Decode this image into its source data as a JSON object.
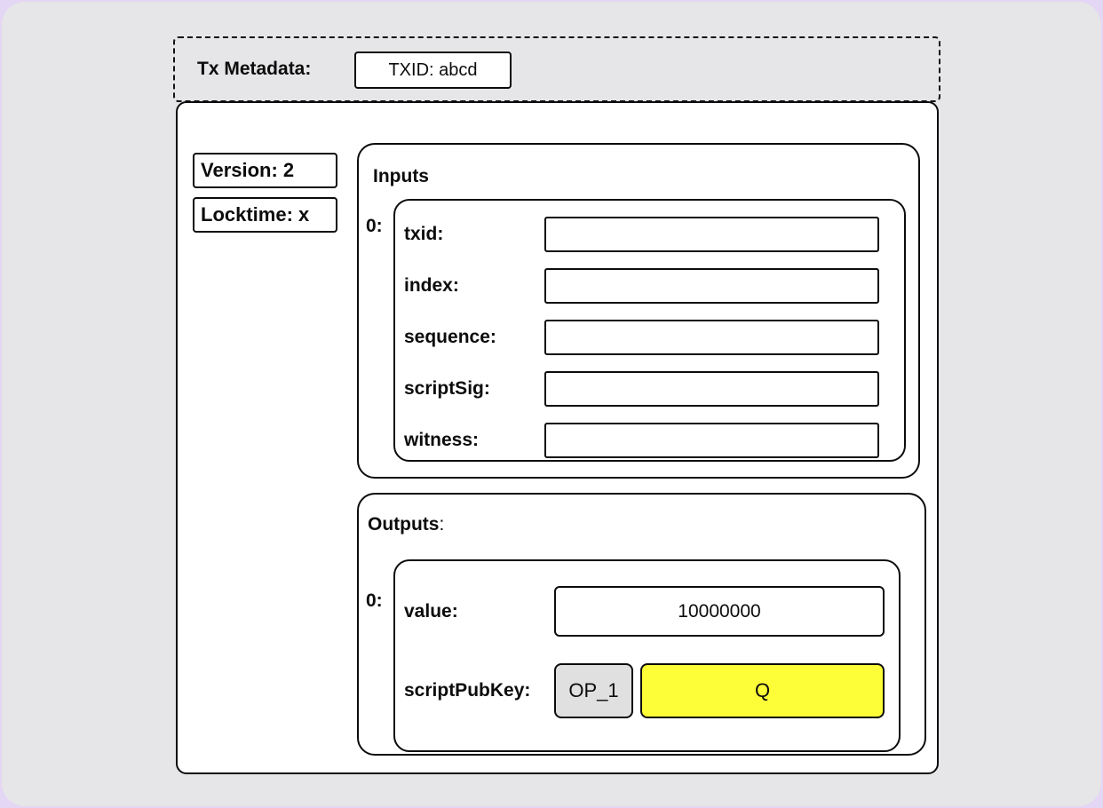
{
  "colors": {
    "page_edge": "#e4d6f5",
    "canvas_background": "#e6e5e7",
    "box_fill": "#ffffff",
    "border": "#0c0c0c",
    "opcode_box_fill": "#e0e0e0",
    "script_data_box_fill": "#fdfd38"
  },
  "tx_metadata": {
    "label": "Tx Metadata:",
    "txid": "TXID: abcd"
  },
  "transaction": {
    "version": "Version: 2",
    "locktime": "Locktime: x",
    "inputs": {
      "title": "Inputs",
      "items": [
        {
          "index_label": "0:",
          "fields": [
            {
              "label": "txid:",
              "value": ""
            },
            {
              "label": "index:",
              "value": ""
            },
            {
              "label": "sequence:",
              "value": ""
            },
            {
              "label": "scriptSig:",
              "value": ""
            },
            {
              "label": "witness:",
              "value": ""
            }
          ]
        }
      ]
    },
    "outputs": {
      "title": "Outputs",
      "colon": ":",
      "items": [
        {
          "index_label": "0:",
          "value_field": {
            "label": "value:",
            "value": "10000000"
          },
          "script_field": {
            "label": "scriptPubKey:",
            "ops": [
              {
                "text": "OP_1",
                "type": "opcode"
              },
              {
                "text": "Q",
                "type": "data"
              }
            ]
          }
        }
      ]
    }
  }
}
